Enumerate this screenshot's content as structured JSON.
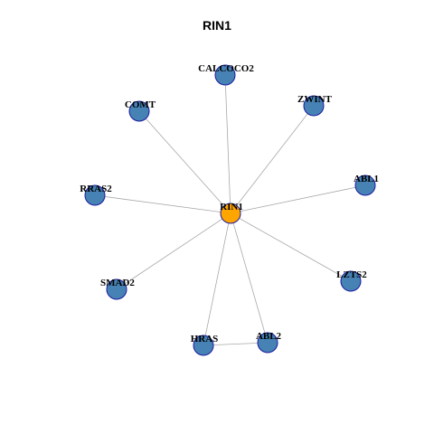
{
  "title": "RIN1",
  "colors": {
    "center_fill": "#ffa500",
    "node_fill": "#4682b4",
    "node_stroke": "#1a1aa0",
    "edge": "#a9a9a9"
  },
  "center_node": {
    "id": "RIN1",
    "label": "RIN1"
  },
  "nodes": [
    {
      "id": "CALCOCO2",
      "label": "CALCOCO2"
    },
    {
      "id": "COMT",
      "label": "COMT"
    },
    {
      "id": "ZWINT",
      "label": "ZWINT"
    },
    {
      "id": "RRAS2",
      "label": "RRAS2"
    },
    {
      "id": "ABL1",
      "label": "ABL1"
    },
    {
      "id": "SMAD2",
      "label": "SMAD2"
    },
    {
      "id": "LZTS2",
      "label": "LZTS2"
    },
    {
      "id": "HRAS",
      "label": "HRAS"
    },
    {
      "id": "ABL2",
      "label": "ABL2"
    }
  ],
  "edges": [
    [
      "RIN1",
      "CALCOCO2"
    ],
    [
      "RIN1",
      "COMT"
    ],
    [
      "RIN1",
      "ZWINT"
    ],
    [
      "RIN1",
      "RRAS2"
    ],
    [
      "RIN1",
      "ABL1"
    ],
    [
      "RIN1",
      "SMAD2"
    ],
    [
      "RIN1",
      "LZTS2"
    ],
    [
      "RIN1",
      "HRAS"
    ],
    [
      "RIN1",
      "ABL2"
    ],
    [
      "HRAS",
      "ABL2"
    ]
  ]
}
